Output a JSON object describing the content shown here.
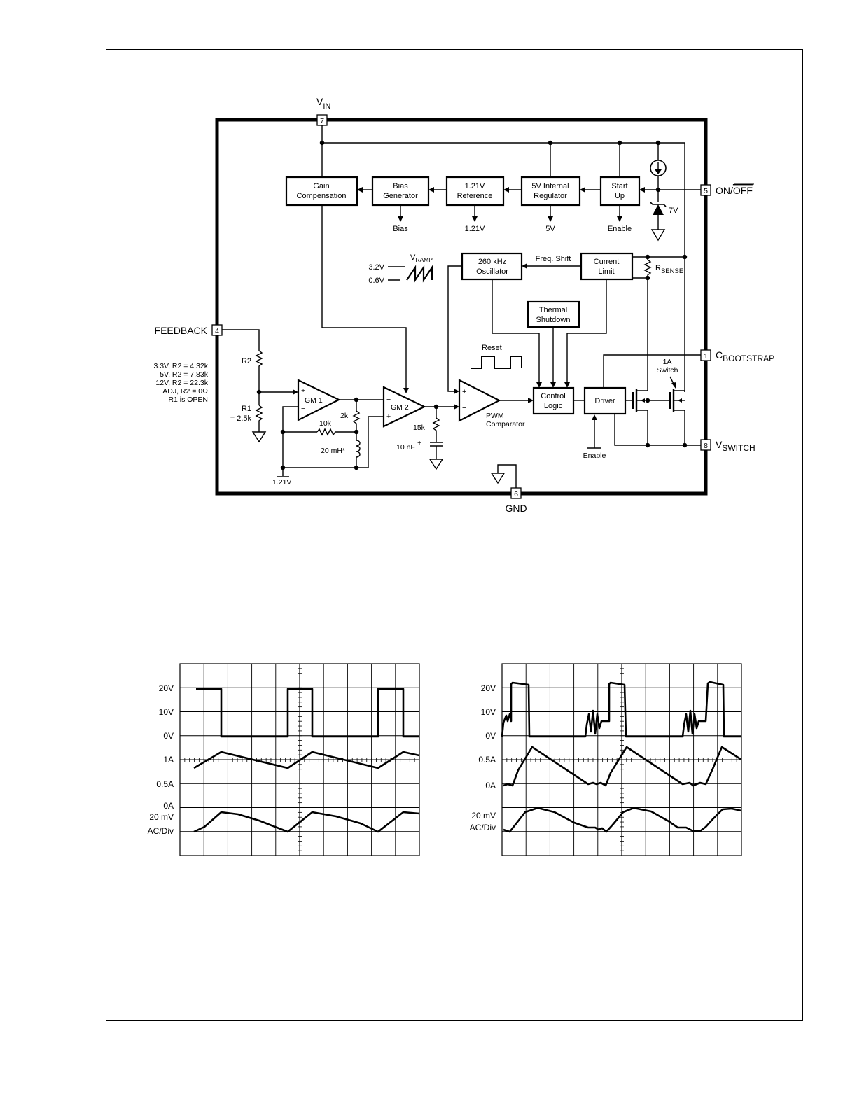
{
  "pins": {
    "vin": {
      "number": "7",
      "label": "V",
      "sub": "IN"
    },
    "on_off": {
      "number": "5",
      "label_pre": "ON/",
      "label_bar": "OFF"
    },
    "feedback": {
      "number": "4",
      "label": "FEEDBACK"
    },
    "bootstrap": {
      "number": "1",
      "label": "C",
      "sub": "BOOTSTRAP"
    },
    "vswitch": {
      "number": "8",
      "label": "V",
      "sub": "SWITCH"
    },
    "gnd": {
      "number": "6",
      "label": "GND"
    }
  },
  "blocks": {
    "gain_comp": [
      "Gain",
      "Compensation"
    ],
    "bias_gen": [
      "Bias",
      "Generator"
    ],
    "reference": [
      "1.21V",
      "Reference"
    ],
    "regulator": [
      "5V Internal",
      "Regulator"
    ],
    "startup": [
      "Start",
      "Up"
    ],
    "oscillator": [
      "260 kHz",
      "Oscillator"
    ],
    "current_limit": [
      "Current",
      "Limit"
    ],
    "thermal": [
      "Thermal",
      "Shutdown"
    ],
    "control": [
      "Control",
      "Logic"
    ],
    "driver": [
      "Driver"
    ]
  },
  "outputs": {
    "bias": "Bias",
    "ref": "1.21V",
    "five": "5V",
    "enable": "Enable"
  },
  "labels": {
    "zener": "7V",
    "rsense": "R",
    "rsense_sub": "SENSE",
    "freq_shift": "Freq. Shift",
    "vramp": "V",
    "vramp_sub": "RAMP",
    "ramp_hi": "3.2V",
    "ramp_lo": "0.6V",
    "reset": "Reset",
    "pwm": [
      "PWM",
      "Comparator"
    ],
    "gm1": "GM 1",
    "gm2": "GM 2",
    "r2": "R2",
    "r1": "R1",
    "r1_val": "= 2.5k",
    "r10k": "10k",
    "r2k": "2k",
    "l20": "20 mH*",
    "r15k": "15k",
    "c10": "10 nF",
    "ref_121": "1.21V",
    "switch": [
      "1A",
      "Switch"
    ],
    "driver_enable": "Enable",
    "options": [
      "3.3V, R2 = 4.32k",
      "5V, R2 = 7.83k",
      "12V, R2 = 22.3k",
      "ADJ, R2 = 0Ω",
      "R1 is OPEN"
    ]
  },
  "scope_left": {
    "labels": [
      "20V",
      "10V",
      "0V",
      "1A",
      "0.5A",
      "0A",
      "20 mV",
      "AC/Div"
    ]
  },
  "scope_right": {
    "labels": [
      "20V",
      "10V",
      "0V",
      "0.5A",
      "0A",
      "20 mV",
      "AC/Div"
    ]
  }
}
